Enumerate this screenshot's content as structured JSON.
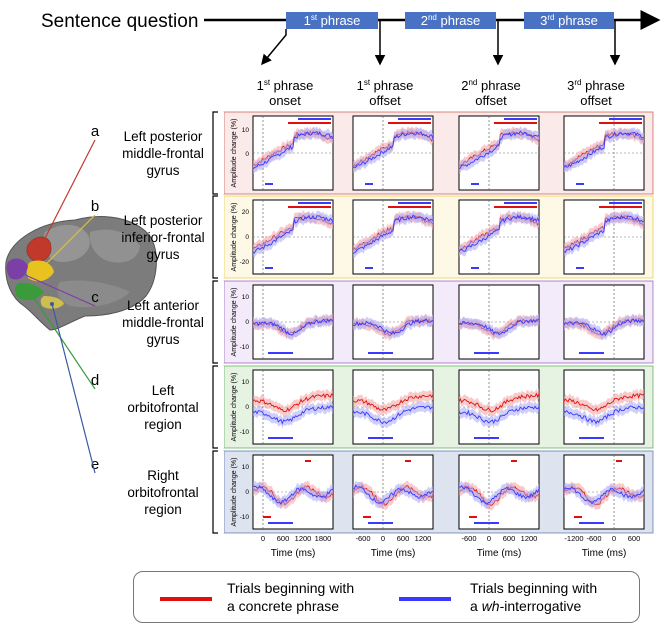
{
  "header": {
    "sentence_question": "Sentence question",
    "phrases": [
      {
        "num": "1",
        "sup": "st",
        "word": " phrase"
      },
      {
        "num": "2",
        "sup": "nd",
        "word": " phrase"
      },
      {
        "num": "3",
        "sup": "rd",
        "word": " phrase"
      }
    ],
    "column_headers": [
      {
        "num": "1",
        "sup": "st",
        "l1": " phrase",
        "l2": "onset"
      },
      {
        "num": "1",
        "sup": "st",
        "l1": " phrase",
        "l2": "offset"
      },
      {
        "num": "2",
        "sup": "nd",
        "l1": " phrase",
        "l2": "offset"
      },
      {
        "num": "3",
        "sup": "rd",
        "l1": " phrase",
        "l2": "offset"
      }
    ]
  },
  "rows": [
    {
      "letter": "a",
      "region_lines": [
        "Left posterior",
        "middle-frontal",
        "gyrus"
      ],
      "ylabel": "Amplitude change (%)",
      "yticks": [
        "10",
        "0"
      ],
      "color": "#c0392b",
      "bg": "#fbeaea"
    },
    {
      "letter": "b",
      "region_lines": [
        "Left posterior",
        "inferior-frontal",
        "gyrus"
      ],
      "ylabel": "Amplitude change (%)",
      "yticks": [
        "20",
        "0",
        "-20"
      ],
      "color": "#e8c21e",
      "bg": "#fdf9e6"
    },
    {
      "letter": "c",
      "region_lines": [
        "Left anterior",
        "middle-frontal",
        "gyrus"
      ],
      "ylabel": "Amplitude change (%)",
      "yticks": [
        "10",
        "0",
        "-10"
      ],
      "color": "#7b3fa6",
      "bg": "#f3eafa"
    },
    {
      "letter": "d",
      "region_lines": [
        "Left",
        "orbitofrontal",
        "region"
      ],
      "ylabel": "Amplitude change (%)",
      "yticks": [
        "10",
        "0",
        "-10"
      ],
      "color": "#3a9b3a",
      "bg": "#e6f3e2"
    },
    {
      "letter": "e",
      "region_lines": [
        "Right",
        "orbitofrontal",
        "region"
      ],
      "ylabel": "Amplitude change (%)",
      "yticks": [
        "10",
        "0",
        "-10"
      ],
      "color": "#3a5aa0",
      "bg": "#dde4f0"
    }
  ],
  "x_axes": [
    {
      "ticks": [
        "0",
        "600",
        "1200",
        "1800"
      ],
      "tick_values": [
        0,
        600,
        1200,
        1800
      ],
      "range": [
        -300,
        2100
      ],
      "label": "Time (ms)"
    },
    {
      "ticks": [
        "-600",
        "0",
        "600",
        "1200"
      ],
      "tick_values": [
        -600,
        0,
        600,
        1200
      ],
      "range": [
        -900,
        1500
      ],
      "label": "Time (ms)"
    },
    {
      "ticks": [
        "-600",
        "0",
        "600",
        "1200"
      ],
      "tick_values": [
        -600,
        0,
        600,
        1200
      ],
      "range": [
        -900,
        1500
      ],
      "label": "Time (ms)"
    },
    {
      "ticks": [
        "-1200",
        "-600",
        "0",
        "600"
      ],
      "tick_values": [
        -1200,
        -600,
        0,
        600
      ],
      "range": [
        -1500,
        900
      ],
      "label": "Time (ms)"
    }
  ],
  "legend": [
    {
      "line1": "Trials beginning with",
      "line2": "a concrete phrase",
      "color": "#e01010"
    },
    {
      "line1": "Trials beginning with",
      "line2_pre": "a ",
      "line2_em": "wh",
      "line2_post": "-interrogative",
      "color": "#3a3aff"
    }
  ],
  "colors": {
    "phrase_box": "#4a72c4",
    "red": "#e01010",
    "blue": "#3a3aff",
    "red_fill": "#f2a0a0",
    "blue_fill": "#a8a8f5"
  }
}
